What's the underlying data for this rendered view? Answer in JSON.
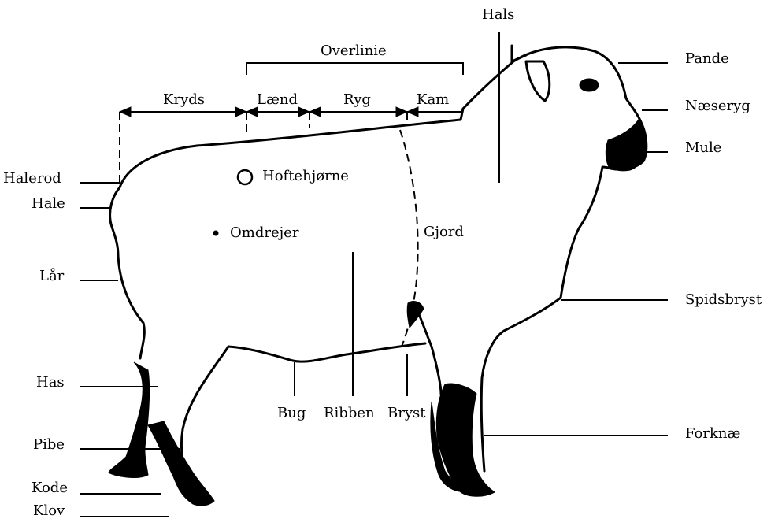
{
  "labels": {
    "hals": "Hals",
    "pande": "Pande",
    "naeseryg": "Næseryg",
    "mule": "Mule",
    "overlinie": "Overlinie",
    "kryds": "Kryds",
    "laend": "Lænd",
    "ryg": "Ryg",
    "kam": "Kam",
    "halerod": "Halerod",
    "hale": "Hale",
    "hoftehjorne": "Hoftehjørne",
    "omdrejer": "Omdrejer",
    "gjord": "Gjord",
    "lar": "Lår",
    "spidsbryst": "Spidsbryst",
    "has": "Has",
    "bug": "Bug",
    "ribben": "Ribben",
    "bryst": "Bryst",
    "pibe": "Pibe",
    "forknae": "Forknæ",
    "kode": "Kode",
    "klov": "Klov"
  }
}
